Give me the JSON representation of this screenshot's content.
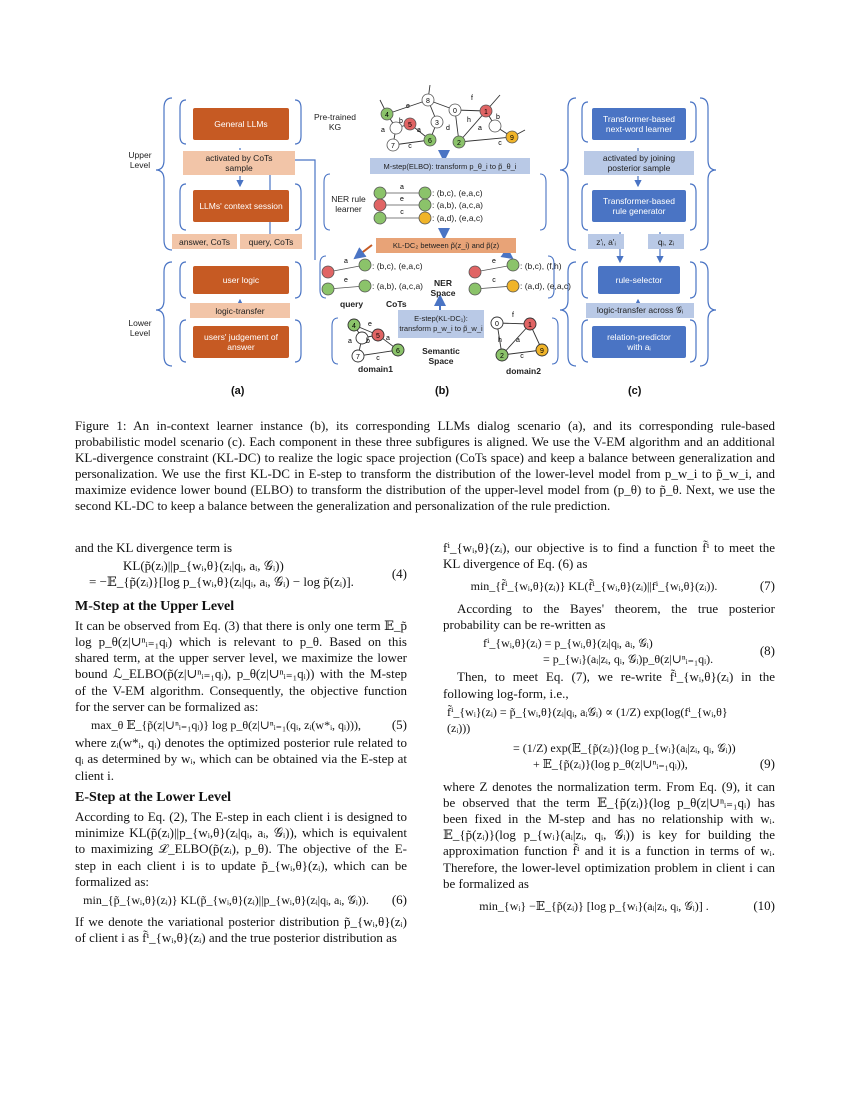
{
  "figure": {
    "panel_a": {
      "upper_level_label": "Upper\nLevel",
      "lower_level_label": "Lower\nLevel",
      "general_llms": "General LLMs",
      "activated": "activated by CoTs\nsample",
      "context_session": "LLMs' context session",
      "answer_cots": "answer, CoTs",
      "query_cots": "query, CoTs",
      "user_logic": "user logic",
      "logic_transfer": "logic-transfer",
      "users_judgement": "users' judgement of\nanswer",
      "label": "(a)"
    },
    "panel_b": {
      "pretrained_kg": "Pre-trained\nKG",
      "m_step": "M-step(ELBO): transform p_θ_i to p̃_θ_i",
      "ner_rule_learner": "NER rule\nlearner",
      "rules": [
        ": (b,c), (e,a,c)",
        ": (a,b), (a,c,a)",
        ": (a,d), (e,a,c)"
      ],
      "kl_dc2": "KL-DC₂ between p̃(z_i) and p̃(z)",
      "query_rules": [
        ": (b,c), (e,a,c)",
        ": (a,b), (a,c,a)"
      ],
      "query_label": "query",
      "cots_label": "CoTs",
      "ner_space": "NER\nSpace",
      "right_rules": [
        ": (b,c), (f,h)",
        ": (a,d), (e,a,c)"
      ],
      "e_step": "E-step(KL-DC₁):\ntransform p_w_i to p̃_w_i",
      "semantic_space": "Semantic\nSpace",
      "domain1": "domain1",
      "domain2": "domain2",
      "label": "(b)"
    },
    "panel_c": {
      "next_word": "Transformer-based\nnext-word learner",
      "activated": "activated by joining\nposterior sample",
      "rule_generator": "Transformer-based\nrule generator",
      "z_a": "z'ᵢ, a'ᵢ",
      "q_z": "qᵢ, zᵢ",
      "rule_selector": "rule-selector",
      "logic_transfer": "logic-transfer across 𝒢ᵢ",
      "relation_predictor": "relation-predictor\nwith aᵢ",
      "label": "(c)"
    }
  },
  "caption": "Figure 1: An in-context learner instance (b), its corresponding LLMs dialog scenario (a), and its corresponding rule-based probabilistic model scenario (c). Each component in these three subfigures is aligned. We use the V-EM algorithm and an additional KL-divergence constraint (KL-DC) to realize the logic space projection (CoTs space) and keep a balance between generalization and personalization. We use the first KL-DC in E-step to transform the distribution of the lower-level model from p_w_i to p̃_w_i, and maximize evidence lower bound (ELBO) to transform the distribution of the upper-level model from (p_θ) to p̃_θ. Next, we use the second KL-DC to keep a balance between the generalization and personalization of the rule prediction.",
  "left": {
    "intro": "and the KL divergence term is",
    "eq4_line1": "KL(p̃(zᵢ)||p_{wᵢ,θ}(zᵢ|qᵢ, aᵢ, 𝒢ᵢ))",
    "eq4_line2": "= −𝔼_{p̃(zᵢ)}[log p_{wᵢ,θ}(zᵢ|qᵢ, aᵢ, 𝒢ᵢ) − log p̃(zᵢ)].",
    "eq4_num": "(4)",
    "h1": "M-Step at the Upper Level",
    "p1": "It can be observed from Eq. (3) that there is only one term 𝔼_p̃ log p_θ(z|∪ⁿᵢ₌₁qᵢ) which is relevant to p_θ. Based on this shared term, at the upper server level, we maximize the lower bound ℒ_ELBO(p̃(z|∪ⁿᵢ₌₁qᵢ), p_θ(z|∪ⁿᵢ₌₁qᵢ)) with the M-step of the V-EM algorithm. Consequently, the objective function for the server can be formalized as:",
    "eq5": "max_θ 𝔼_{p̃(z|∪ⁿᵢ₌₁qᵢ)} log p_θ(z|∪ⁿᵢ₌₁(qᵢ, zᵢ(w*ᵢ, qᵢ))),",
    "eq5_num": "(5)",
    "p2": "where zᵢ(w*ᵢ, qᵢ) denotes the optimized posterior rule related to qᵢ as determined by wᵢ, which can be obtained via the E-step at client i.",
    "h2": "E-Step at the Lower Level",
    "p3": "According to Eq. (2), The E-step in each client i is designed to minimize KL(p̃(zᵢ)||p_{wᵢ,θ}(zᵢ|qᵢ, aᵢ, 𝒢ᵢ)), which is equivalent to maximizing ℒ_ELBO(p̃(zᵢ), p_θ). The objective of the E-step in each client i is to update p̃_{wᵢ,θ}(zᵢ), which can be formalized as:",
    "eq6": "min_{p̃_{wᵢ,θ}(zᵢ)} KL(p̃_{wᵢ,θ}(zᵢ)||p_{wᵢ,θ}(zᵢ|qᵢ, aᵢ, 𝒢ᵢ)).",
    "eq6_num": "(6)",
    "p4": "If we denote the variational posterior distribution p̃_{wᵢ,θ}(zᵢ) of client i as f̃ⁱ_{wᵢ,θ}(zᵢ) and the true posterior distribution as"
  },
  "right": {
    "p1": "fⁱ_{wᵢ,θ}(zᵢ), our objective is to find a function f̃ⁱ to meet the KL divergence of Eq. (6) as",
    "eq7": "min_{f̃ⁱ_{wᵢ,θ}(zᵢ)} KL(f̃ⁱ_{wᵢ,θ}(zᵢ)||fⁱ_{wᵢ,θ}(zᵢ)).",
    "eq7_num": "(7)",
    "p2": "According to the Bayes' theorem, the true posterior probability can be re-written as",
    "eq8_line1": "fⁱ_{wᵢ,θ}(zᵢ) = p_{wᵢ,θ}(zᵢ|qᵢ, aᵢ, 𝒢ᵢ)",
    "eq8_line2": "= p_{wᵢ}(aᵢ|zᵢ, qᵢ, 𝒢ᵢ)p_θ(z|∪ⁿᵢ₌₁qᵢ).",
    "eq8_num": "(8)",
    "p3": "Then, to meet Eq. (7), we re-write f̃ⁱ_{wᵢ,θ}(zᵢ) in the following log-form, i.e.,",
    "eq9_line1": "f̃ⁱ_{wᵢ}(zᵢ) = p̃_{wᵢ,θ}(zᵢ|qᵢ, aᵢ𝒢ᵢ) ∝ (1/Z) exp(log(fⁱ_{wᵢ,θ}(zᵢ)))",
    "eq9_line2": "= (1/Z) exp(𝔼_{p̃(zᵢ)}(log p_{wᵢ}(aᵢ|zᵢ, qᵢ, 𝒢ᵢ))",
    "eq9_line3": "+ 𝔼_{p̃(zᵢ)}(log p_θ(z|∪ⁿᵢ₌₁qᵢ)),",
    "eq9_num": "(9)",
    "p4": "where Z denotes the normalization term. From Eq. (9), it can be observed that the term 𝔼_{p̃(zᵢ)}(log p_θ(z|∪ⁿᵢ₌₁qᵢ) has been fixed in the M-step and has no relationship with wᵢ. 𝔼_{p̃(zᵢ)}(log p_{wᵢ}(aᵢ|zᵢ, qᵢ, 𝒢ᵢ)) is key for building the approximation function f̃ⁱ and it is a function in terms of wᵢ. Therefore, the lower-level optimization problem in client i can be formalized as",
    "eq10": "min_{wᵢ} −𝔼_{p̃(zᵢ)} [log p_{wᵢ}(aᵢ|zᵢ, qᵢ, 𝒢ᵢ)] .",
    "eq10_num": "(10)"
  }
}
